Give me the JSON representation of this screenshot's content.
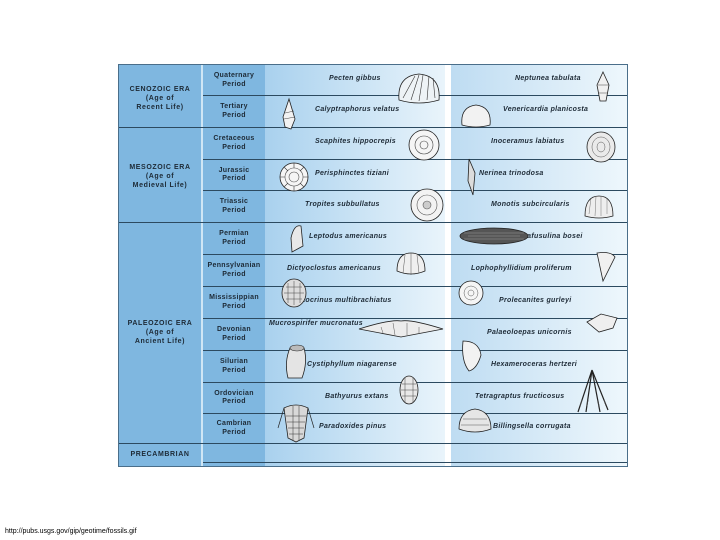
{
  "eras": [
    {
      "lines": [
        "CENOZOIC ERA",
        "(Age of",
        "Recent Life)"
      ]
    },
    {
      "lines": [
        "MESOZOIC ERA",
        "(Age of",
        "Medieval Life)"
      ]
    },
    {
      "lines": [
        "PALEOZOIC ERA",
        "(Age of",
        "Ancient Life)"
      ]
    },
    {
      "lines": [
        "PRECAMBRIAN"
      ]
    }
  ],
  "periods": [
    {
      "lines": [
        "Quaternary",
        "Period"
      ]
    },
    {
      "lines": [
        "Tertiary",
        "Period"
      ]
    },
    {
      "lines": [
        "Cretaceous",
        "Period"
      ]
    },
    {
      "lines": [
        "Jurassic",
        "Period"
      ]
    },
    {
      "lines": [
        "Triassic",
        "Period"
      ]
    },
    {
      "lines": [
        "Permian",
        "Period"
      ]
    },
    {
      "lines": [
        "Pennsylvanian",
        "Period"
      ]
    },
    {
      "lines": [
        "Mississippian",
        "Period"
      ]
    },
    {
      "lines": [
        "Devonian",
        "Period"
      ]
    },
    {
      "lines": [
        "Silurian",
        "Period"
      ]
    },
    {
      "lines": [
        "Ordovician",
        "Period"
      ]
    },
    {
      "lines": [
        "Cambrian",
        "Period"
      ]
    }
  ],
  "left_species": [
    "Pecten gibbus",
    "Calyptraphorus velatus",
    "Scaphites hippocrepis",
    "Perisphinctes tiziani",
    "Tropites subbullatus",
    "Leptodus americanus",
    "Dictyoclostus americanus",
    "Cactocrinus multibrachiatus",
    "Mucrospirifer mucronatus",
    "Cystiphyllum niagarense",
    "Bathyurus extans",
    "Paradoxides pinus"
  ],
  "right_species": [
    "Neptunea tabulata",
    "Venericardia planicosta",
    "Inoceramus labiatus",
    "Nerinea trinodosa",
    "Monotis subcircularis",
    "Parafusulina bosei",
    "Lophophyllidium proliferum",
    "Prolecanites gurleyi",
    "Palaeoloepas unicornis",
    "Hexameroceras hertzeri",
    "Tetragraptus fructicosus",
    "Billingsella corrugata"
  ],
  "source_url": "http://pubs.usgs.gov/gip/geotime/fossils.gif"
}
